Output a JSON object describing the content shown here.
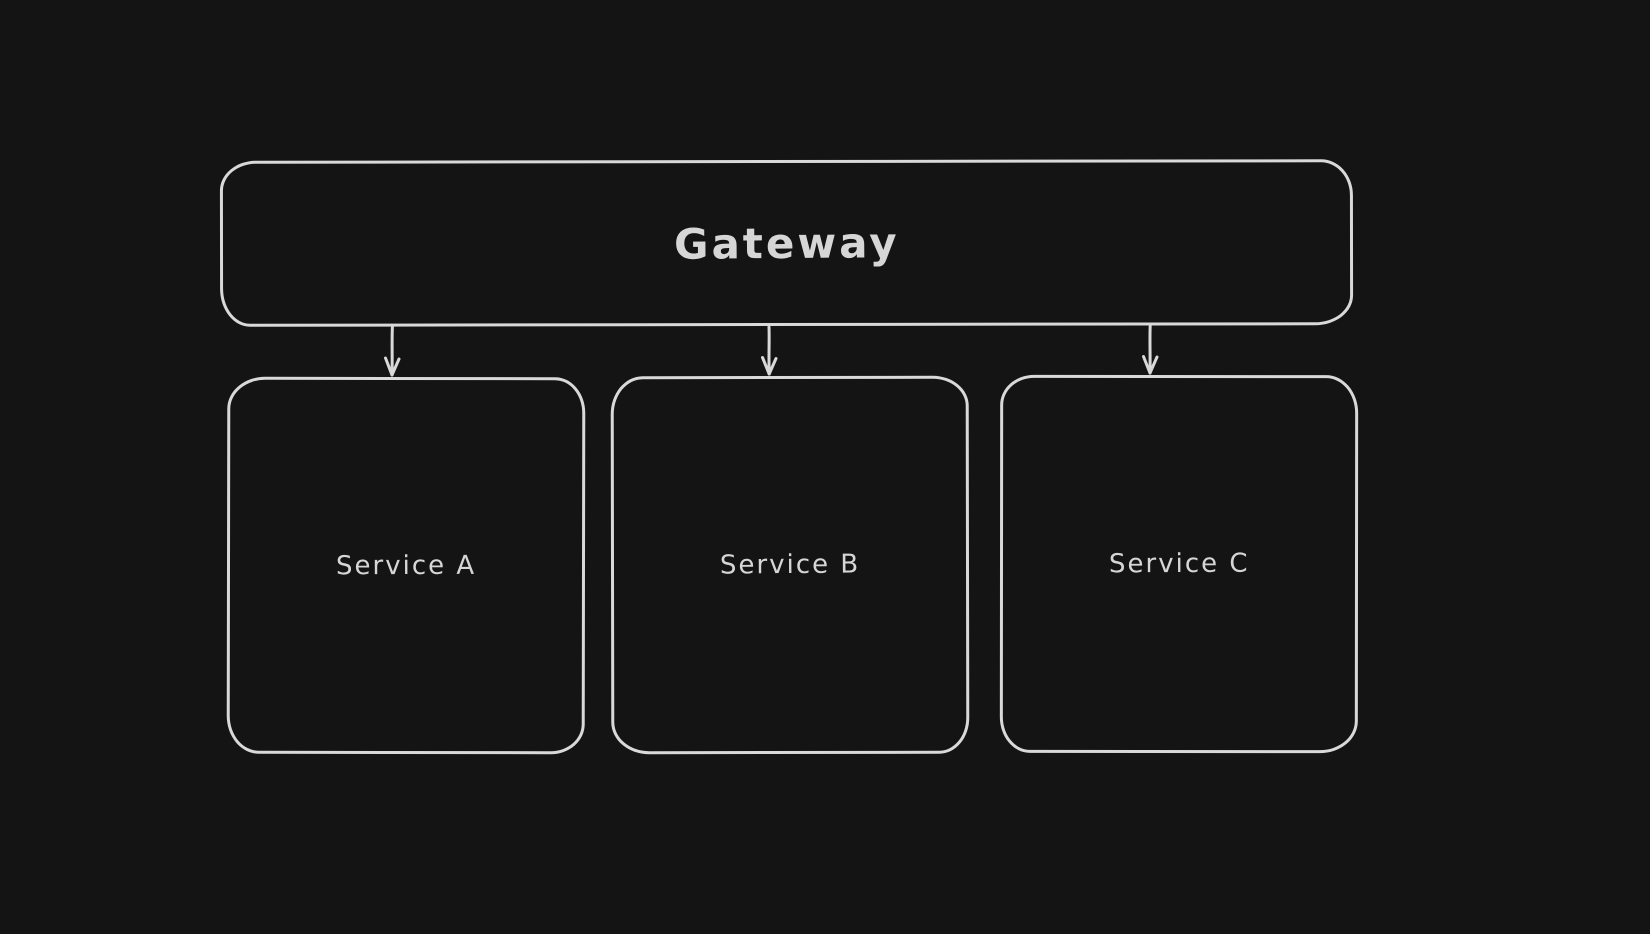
{
  "canvas": {
    "background": "#141414",
    "stroke_color": "#d9d9d9",
    "text_color": "#d6d6d6",
    "style": "hand-drawn-whiteboard"
  },
  "nodes": {
    "gateway": {
      "label": "Gateway"
    },
    "service_a": {
      "label": "Service A"
    },
    "service_b": {
      "label": "Service B"
    },
    "service_c": {
      "label": "Service C"
    }
  },
  "edges": [
    {
      "from": "gateway",
      "to": "service_a",
      "type": "arrow",
      "direction": "down"
    },
    {
      "from": "gateway",
      "to": "service_b",
      "type": "arrow",
      "direction": "down"
    },
    {
      "from": "gateway",
      "to": "service_c",
      "type": "arrow",
      "direction": "down"
    }
  ]
}
